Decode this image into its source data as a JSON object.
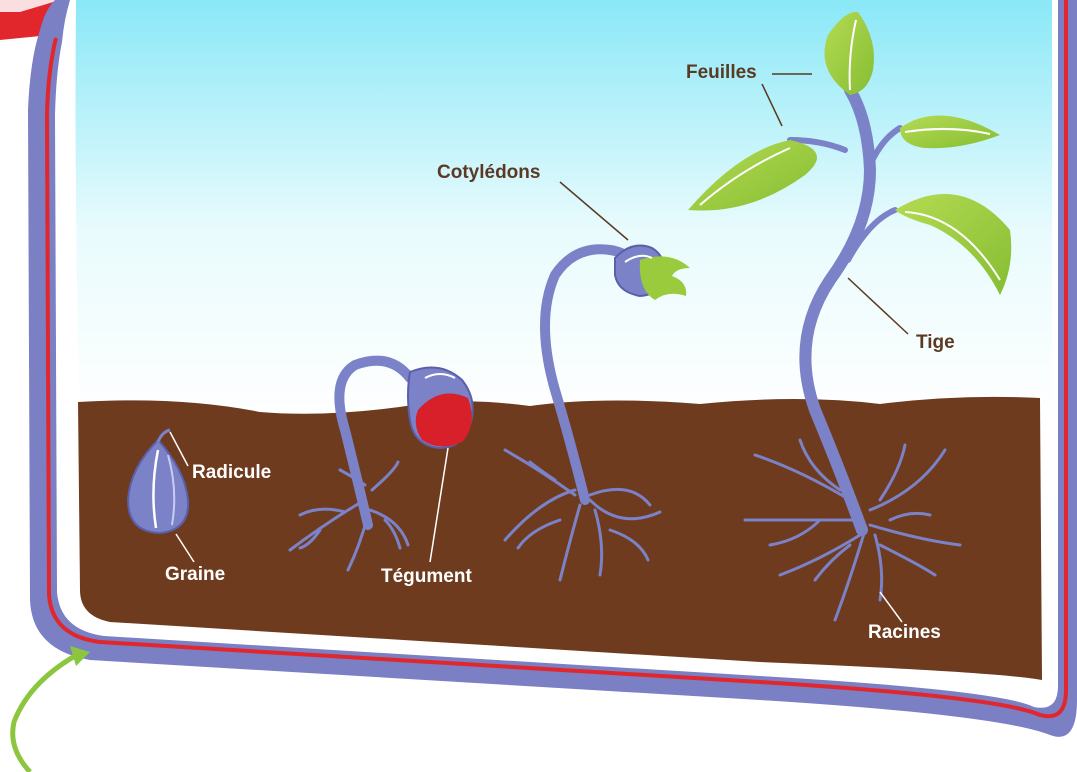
{
  "labels": {
    "feuilles": "Feuilles",
    "cotyledons": "Cotylédons",
    "tige": "Tige",
    "radicule": "Radicule",
    "graine": "Graine",
    "tegument": "Tégument",
    "racines": "Racines"
  },
  "colors": {
    "frame": "#7b7fc4",
    "frame_red": "#e1262c",
    "sky_top": "#8ae8f7",
    "sky_bottom": "#ffffff",
    "soil": "#6e3b1f",
    "stem": "#7b82c8",
    "leaf": "#9acb3c",
    "seed_coat": "#d8202a",
    "label_on_sky": "#5b3a24",
    "label_on_soil": "#ffffff"
  },
  "icons": [
    "seed-icon",
    "seedling-icon",
    "plant-icon",
    "curved-arrow-icon"
  ]
}
